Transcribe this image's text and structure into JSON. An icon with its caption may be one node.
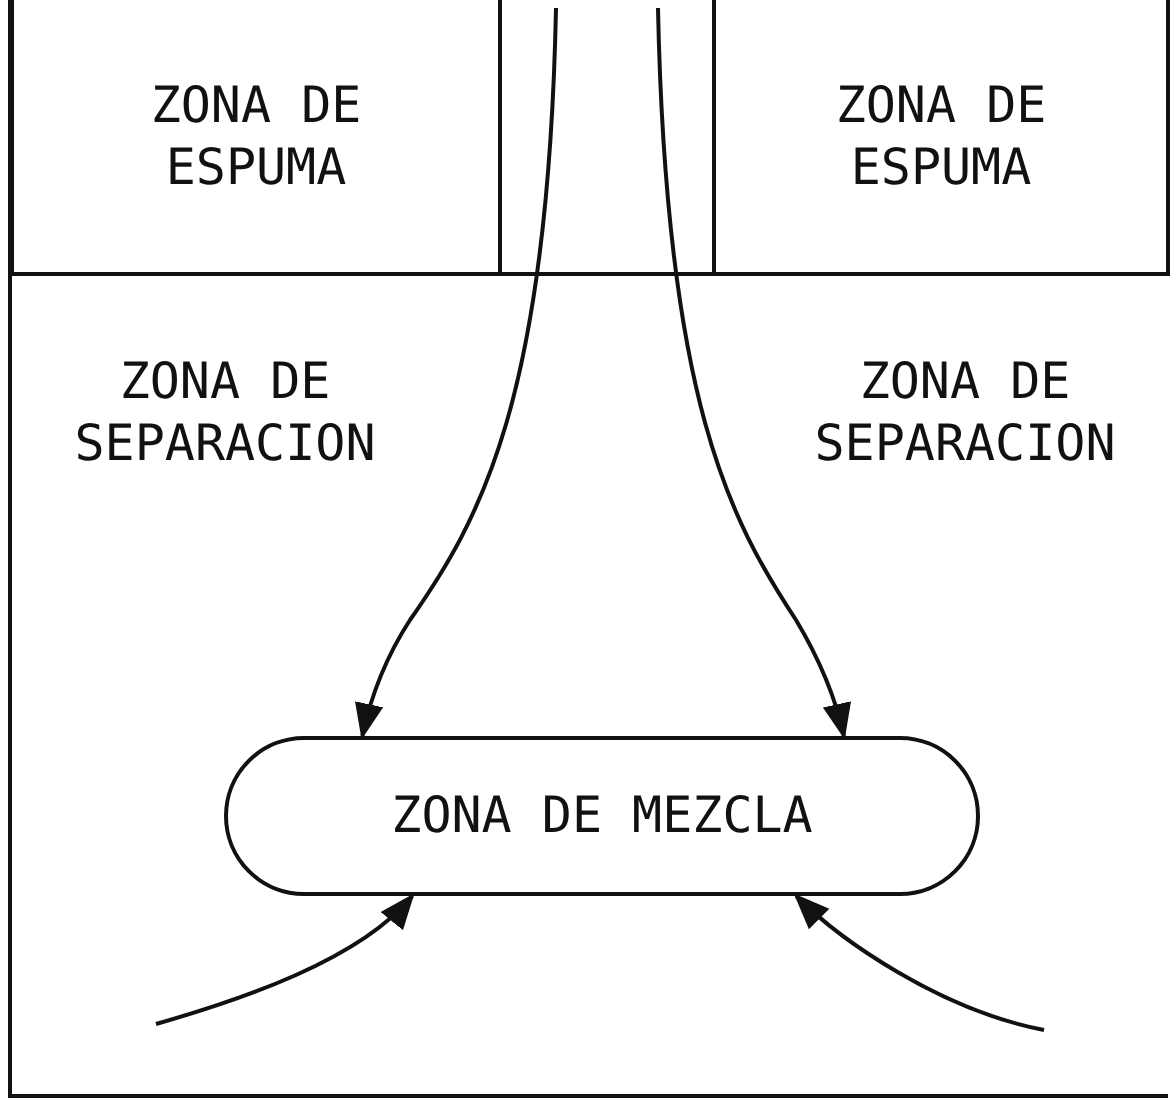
{
  "diagram": {
    "nodes": [
      {
        "text": [
          "ZONA DE ESPUMA"
        ]
      },
      {
        "text": [
          "ZONA DE ESPUMA"
        ]
      },
      {
        "text": [
          "ZONA DE MEZCLA"
        ]
      }
    ],
    "edges": [
      {
        "from": null,
        "to": 2,
        "arrow": "to"
      },
      {
        "from": null,
        "to": 2,
        "arrow": "to"
      },
      {
        "from": null,
        "to": 2,
        "arrow": "to"
      },
      {
        "from": null,
        "to": 2,
        "arrow": "to"
      }
    ],
    "labels": [
      "ZONA DE SEPARACION",
      "ZONA DE SEPARACION"
    ]
  }
}
